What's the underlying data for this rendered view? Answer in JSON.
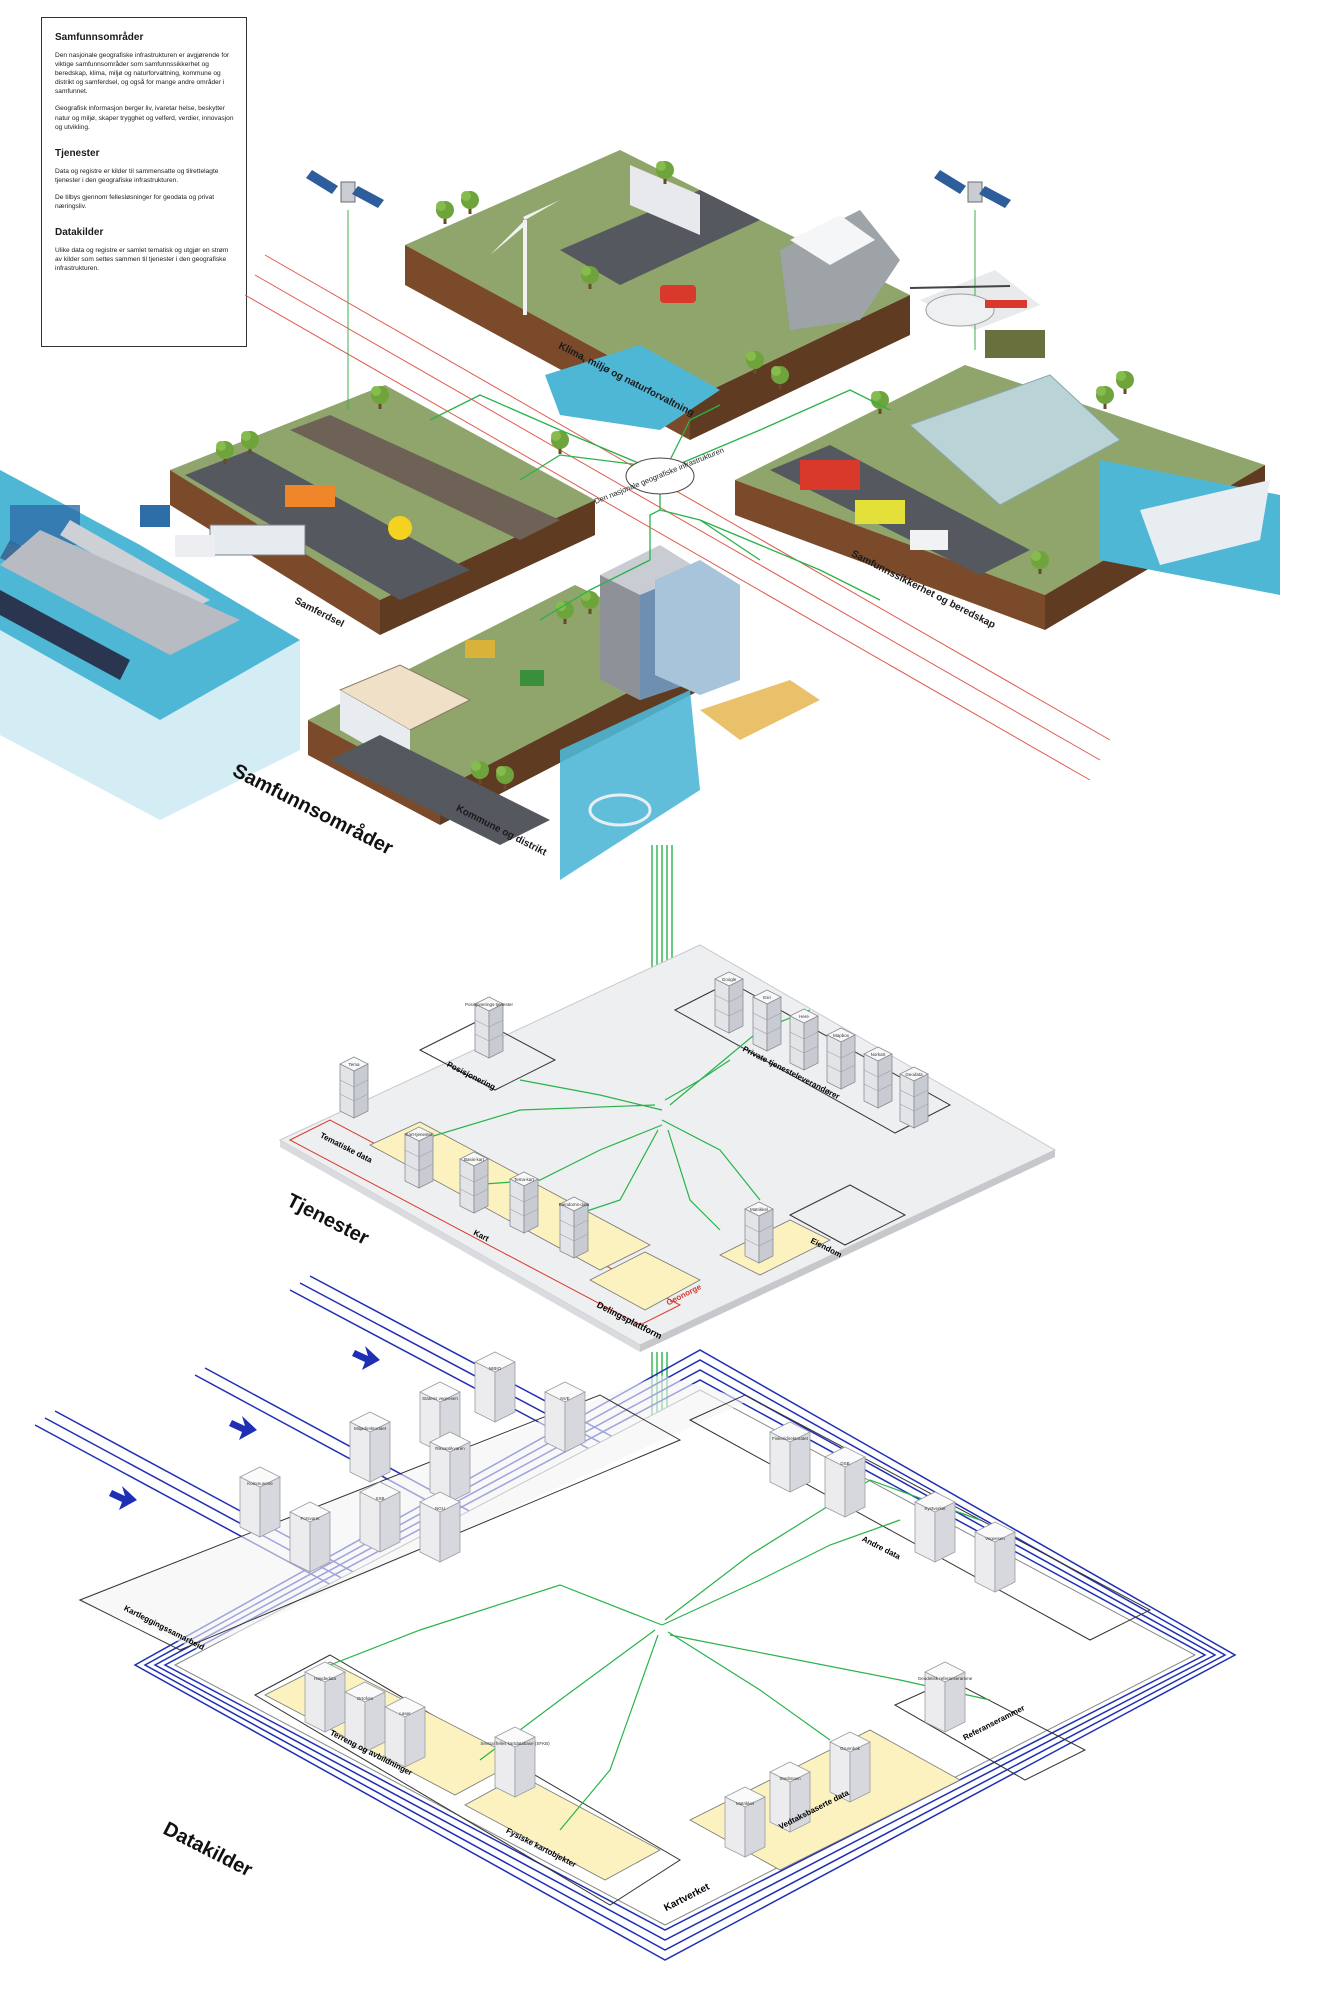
{
  "legend": {
    "samfunn_title": "Samfunnsområder",
    "samfunn_p1": "Den nasjonale geografiske infrastrukturen er avgjørende for viktige samfunnsområder som samfunnssikkerhet og beredskap, klima, miljø og naturforvaltning, kommune og distrikt og samferdsel, og også for mange andre områder i samfunnet.",
    "samfunn_p2": "Geografisk informasjon berger liv, ivaretar helse, beskytter natur og miljø, skaper trygghet og velferd, verdier, innovasjon og utvikling.",
    "tjenester_title": "Tjenester",
    "tjenester_p1": "Data og registre er kilder til sammensatte og tilrettelagte tjenester i den geografiske infrastrukturen.",
    "tjenester_p2": "De tilbys gjennom fellesløsninger for geodata og privat næringsliv.",
    "datakilder_title": "Datakilder",
    "datakilder_p1": "Ulike data og registre er samlet tematisk og utgjør en strøm av kilder som settes sammen til tjenester i den geografiske infrastrukturen."
  },
  "layers": {
    "samfunn": "Samfunnsområder",
    "tjenester": "Tjenester",
    "datakilder": "Datakilder"
  },
  "hub": "Den nasjonale geografiske infrastrukturen",
  "tiles": {
    "klima": "Klima, miljø og naturforvaltning",
    "samferdsel": "Samferdsel",
    "beredskap": "Samfunnssikkerhet og beredskap",
    "kommune": "Kommune og distrikt"
  },
  "tjenester": {
    "posisjonering": "Posisjonering",
    "private": "Private tjenesteleverandører",
    "tematiske": "Tematiske data",
    "kart": "Kart",
    "eiendom": "Eiendom",
    "geonorge": "Geonorge",
    "delingsplattform": "Delingsplattform",
    "servers": [
      "Posisjonerings-tjenester",
      "Google",
      "Esri",
      "Here",
      "Mapbox",
      "Norkart",
      "Geodata",
      "Tema",
      "Kart-tjenester",
      "Basis-kart",
      "Tema-kart",
      "Eiendoms-data",
      "Matrikkel"
    ]
  },
  "datakilder": {
    "kartlegging": "Kartleggingssamarbeid",
    "andre": "Andre data",
    "terreng": "Terreng og avbildninger",
    "fysiske": "Fysiske kartobjekter",
    "vedtak": "Vedtaksbaserte data",
    "referanse": "Referanserammer",
    "kartverket": "Kartverket",
    "sources": [
      "Kommunene",
      "NIBIO",
      "Statens vegvesen",
      "NVE",
      "Miljødirektoratet",
      "Riksantikvaren",
      "SSB",
      "Forsvaret",
      "NGU",
      "Fiskeridirektoratet",
      "DSB",
      "Kystverket",
      "Vegvesen",
      "Høydedata",
      "Ortofoto",
      "Laser",
      "Sentral felles kartdatabase (SFKB)",
      "Matrikkel",
      "Stedsnavn",
      "Grunnbok",
      "Geodetisk referanseramme"
    ]
  },
  "colors": {
    "ground": "#8fa56c",
    "ground_light": "#a9bd84",
    "soil": "#7a4a2b",
    "water": "#4fb7d6",
    "water_light": "#cfeaf3",
    "road": "#55585e",
    "connection": "#29b34a",
    "data_stream": "#1f2fb5",
    "accent_red": "#d9392b",
    "zone_yellow": "#fbf2c0",
    "platform": "#eeeff1"
  }
}
